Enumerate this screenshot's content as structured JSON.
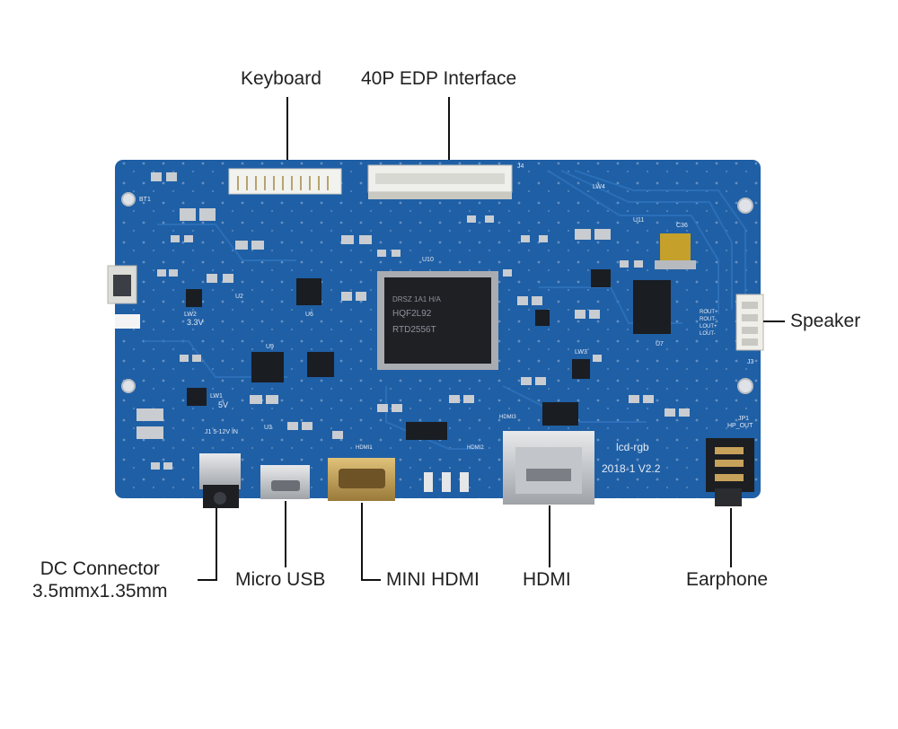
{
  "labels": {
    "keyboard": "Keyboard",
    "edp": "40P EDP Interface",
    "speaker": "Speaker",
    "dc_line1": "DC Connector",
    "dc_line2": "3.5mmx1.35mm",
    "micro_usb": "Micro USB",
    "mini_hdmi": "MINI HDMI",
    "hdmi": "HDMI",
    "earphone": "Earphone"
  },
  "silkscreen": {
    "chip_line1": "RTD2556T",
    "chip_line2": "HQF2L92",
    "chip_line3": "DRSZ 1A1 H/A",
    "brand": "lcd-rgb",
    "version": "2018-1  V2.2",
    "voltage_3v3": "3.3V",
    "voltage_5v": "5V",
    "dc_in": "J1 5-12V IN",
    "lw2": "LW2",
    "lw1": "LW1",
    "lw3": "LW3",
    "lw4": "LW4",
    "u6": "U6",
    "u9": "U9",
    "u10": "U10",
    "u7": "U7",
    "u11": "U11",
    "j3": "J3",
    "j4": "J4",
    "jp1": "JP1",
    "hp_out": "HP_OUT",
    "hdmi1": "HDMI1",
    "hdmi2": "HDMI2",
    "hdmi3": "HDMI3",
    "rout_plus": "ROUT+",
    "rout_minus": "ROUT-",
    "lout_plus": "LOUT+",
    "lout_minus": "LOUT-",
    "c36": "C36",
    "u2": "U2",
    "u3": "U3",
    "bt1": "BT1"
  },
  "colors": {
    "pcb": "#1f5fa5",
    "pcb_dark": "#184e8c",
    "pad": "#c9ccd0",
    "gold": "#c7a25a",
    "leader": "#111111"
  }
}
